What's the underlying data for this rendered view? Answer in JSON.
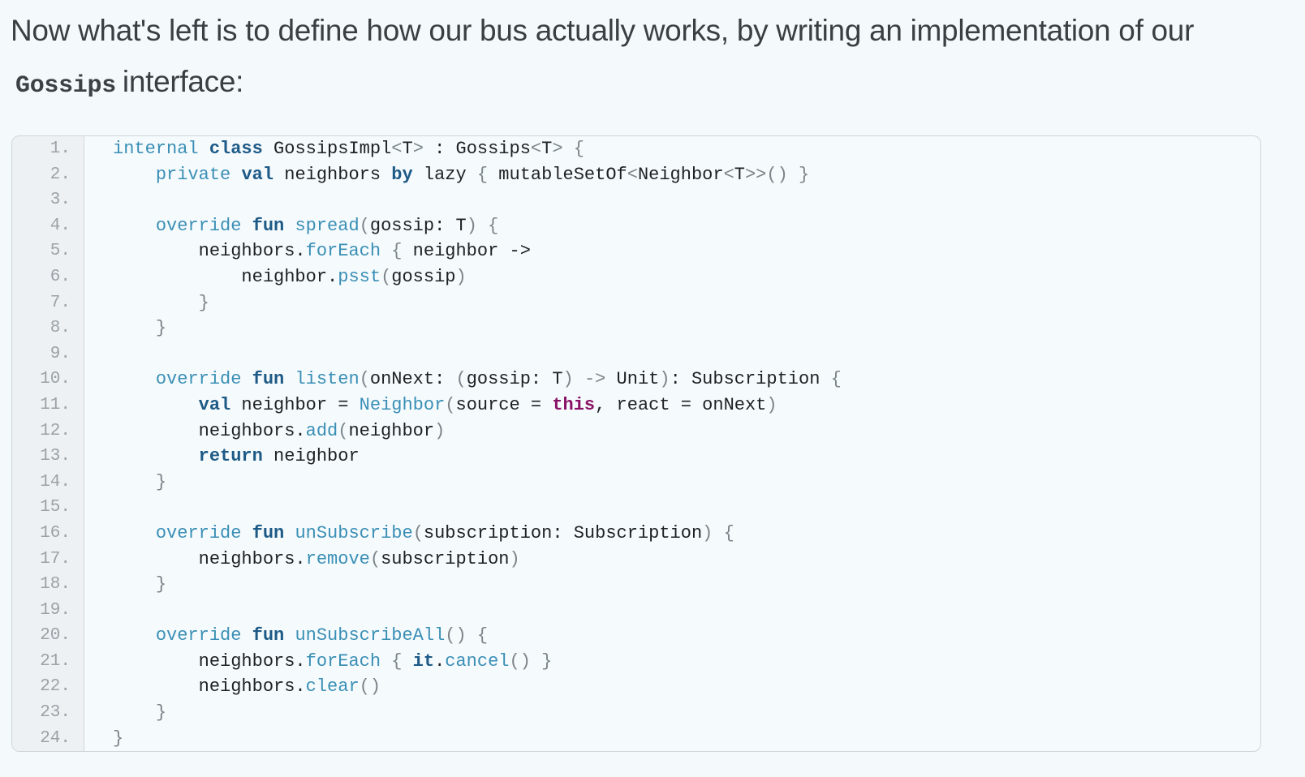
{
  "intro": {
    "line1": "Now what's left is to define how our bus actually works, by writing an implementation of our",
    "code_word": "Gossips",
    "line2_rest": "interface:"
  },
  "code": {
    "line_numbers": [
      "1.",
      "2.",
      "3.",
      "4.",
      "5.",
      "6.",
      "7.",
      "8.",
      "9.",
      "10.",
      "11.",
      "12.",
      "13.",
      "14.",
      "15.",
      "16.",
      "17.",
      "18.",
      "19.",
      "20.",
      "21.",
      "22.",
      "23.",
      "24."
    ],
    "lines": [
      [
        [
          "mod",
          "internal"
        ],
        [
          "t",
          " "
        ],
        [
          "kw",
          "class"
        ],
        [
          "t",
          " GossipsImpl"
        ],
        [
          "punc",
          "<"
        ],
        [
          "t",
          "T"
        ],
        [
          "punc",
          ">"
        ],
        [
          "t",
          " : Gossips"
        ],
        [
          "punc",
          "<"
        ],
        [
          "t",
          "T"
        ],
        [
          "punc",
          ">"
        ],
        [
          "t",
          " "
        ],
        [
          "punc",
          "{"
        ]
      ],
      [
        [
          "t",
          "    "
        ],
        [
          "mod",
          "private"
        ],
        [
          "t",
          " "
        ],
        [
          "kw",
          "val"
        ],
        [
          "t",
          " neighbors "
        ],
        [
          "kw",
          "by"
        ],
        [
          "t",
          " lazy "
        ],
        [
          "punc",
          "{"
        ],
        [
          "t",
          " mutableSetOf"
        ],
        [
          "punc",
          "<"
        ],
        [
          "t",
          "Neighbor"
        ],
        [
          "punc",
          "<"
        ],
        [
          "t",
          "T"
        ],
        [
          "punc",
          ">>()"
        ],
        [
          "t",
          " "
        ],
        [
          "punc",
          "}"
        ]
      ],
      [],
      [
        [
          "t",
          "    "
        ],
        [
          "mod",
          "override"
        ],
        [
          "t",
          " "
        ],
        [
          "kw",
          "fun"
        ],
        [
          "t",
          " "
        ],
        [
          "fn",
          "spread"
        ],
        [
          "punc",
          "("
        ],
        [
          "t",
          "gossip: T"
        ],
        [
          "punc",
          ")"
        ],
        [
          "t",
          " "
        ],
        [
          "punc",
          "{"
        ]
      ],
      [
        [
          "t",
          "        neighbors."
        ],
        [
          "fn",
          "forEach"
        ],
        [
          "t",
          " "
        ],
        [
          "punc",
          "{"
        ],
        [
          "t",
          " neighbor "
        ],
        [
          "t",
          "->"
        ]
      ],
      [
        [
          "t",
          "            neighbor."
        ],
        [
          "fn",
          "psst"
        ],
        [
          "punc",
          "("
        ],
        [
          "t",
          "gossip"
        ],
        [
          "punc",
          ")"
        ]
      ],
      [
        [
          "t",
          "        "
        ],
        [
          "punc",
          "}"
        ]
      ],
      [
        [
          "t",
          "    "
        ],
        [
          "punc",
          "}"
        ]
      ],
      [],
      [
        [
          "t",
          "    "
        ],
        [
          "mod",
          "override"
        ],
        [
          "t",
          " "
        ],
        [
          "kw",
          "fun"
        ],
        [
          "t",
          " "
        ],
        [
          "fn",
          "listen"
        ],
        [
          "punc",
          "("
        ],
        [
          "t",
          "onNext: "
        ],
        [
          "punc",
          "("
        ],
        [
          "t",
          "gossip: T"
        ],
        [
          "punc",
          ")"
        ],
        [
          "t",
          " "
        ],
        [
          "punc",
          "->"
        ],
        [
          "t",
          " Unit"
        ],
        [
          "punc",
          ")"
        ],
        [
          "t",
          ": Subscription "
        ],
        [
          "punc",
          "{"
        ]
      ],
      [
        [
          "t",
          "        "
        ],
        [
          "kw",
          "val"
        ],
        [
          "t",
          " neighbor = "
        ],
        [
          "fn",
          "Neighbor"
        ],
        [
          "punc",
          "("
        ],
        [
          "t",
          "source = "
        ],
        [
          "this",
          "this"
        ],
        [
          "t",
          ", react = onNext"
        ],
        [
          "punc",
          ")"
        ]
      ],
      [
        [
          "t",
          "        neighbors."
        ],
        [
          "fn",
          "add"
        ],
        [
          "punc",
          "("
        ],
        [
          "t",
          "neighbor"
        ],
        [
          "punc",
          ")"
        ]
      ],
      [
        [
          "t",
          "        "
        ],
        [
          "kw",
          "return"
        ],
        [
          "t",
          " neighbor"
        ]
      ],
      [
        [
          "t",
          "    "
        ],
        [
          "punc",
          "}"
        ]
      ],
      [],
      [
        [
          "t",
          "    "
        ],
        [
          "mod",
          "override"
        ],
        [
          "t",
          " "
        ],
        [
          "kw",
          "fun"
        ],
        [
          "t",
          " "
        ],
        [
          "fn",
          "unSubscribe"
        ],
        [
          "punc",
          "("
        ],
        [
          "t",
          "subscription: Subscription"
        ],
        [
          "punc",
          ")"
        ],
        [
          "t",
          " "
        ],
        [
          "punc",
          "{"
        ]
      ],
      [
        [
          "t",
          "        neighbors."
        ],
        [
          "fn",
          "remove"
        ],
        [
          "punc",
          "("
        ],
        [
          "t",
          "subscription"
        ],
        [
          "punc",
          ")"
        ]
      ],
      [
        [
          "t",
          "    "
        ],
        [
          "punc",
          "}"
        ]
      ],
      [],
      [
        [
          "t",
          "    "
        ],
        [
          "mod",
          "override"
        ],
        [
          "t",
          " "
        ],
        [
          "kw",
          "fun"
        ],
        [
          "t",
          " "
        ],
        [
          "fn",
          "unSubscribeAll"
        ],
        [
          "punc",
          "()"
        ],
        [
          "t",
          " "
        ],
        [
          "punc",
          "{"
        ]
      ],
      [
        [
          "t",
          "        neighbors."
        ],
        [
          "fn",
          "forEach"
        ],
        [
          "t",
          " "
        ],
        [
          "punc",
          "{"
        ],
        [
          "t",
          " "
        ],
        [
          "kw",
          "it"
        ],
        [
          "t",
          "."
        ],
        [
          "fn",
          "cancel"
        ],
        [
          "punc",
          "()"
        ],
        [
          "t",
          " "
        ],
        [
          "punc",
          "}"
        ]
      ],
      [
        [
          "t",
          "        neighbors."
        ],
        [
          "fn",
          "clear"
        ],
        [
          "punc",
          "()"
        ]
      ],
      [
        [
          "t",
          "    "
        ],
        [
          "punc",
          "}"
        ]
      ],
      [
        [
          "punc",
          "}"
        ]
      ]
    ]
  }
}
